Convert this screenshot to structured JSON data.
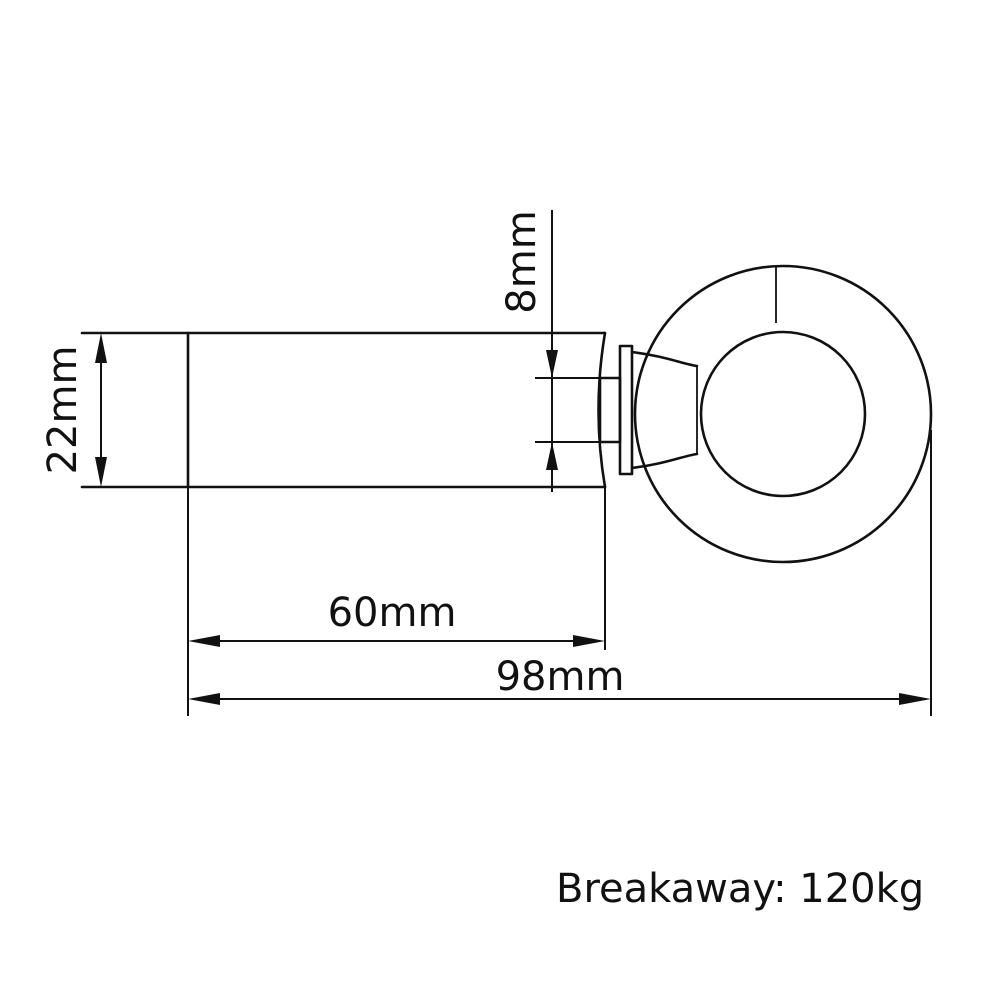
{
  "dimensions": {
    "diameter": "22mm",
    "thread": "8mm",
    "body_length": "60mm",
    "total_length": "98mm"
  },
  "note": "Breakaway: 120kg"
}
